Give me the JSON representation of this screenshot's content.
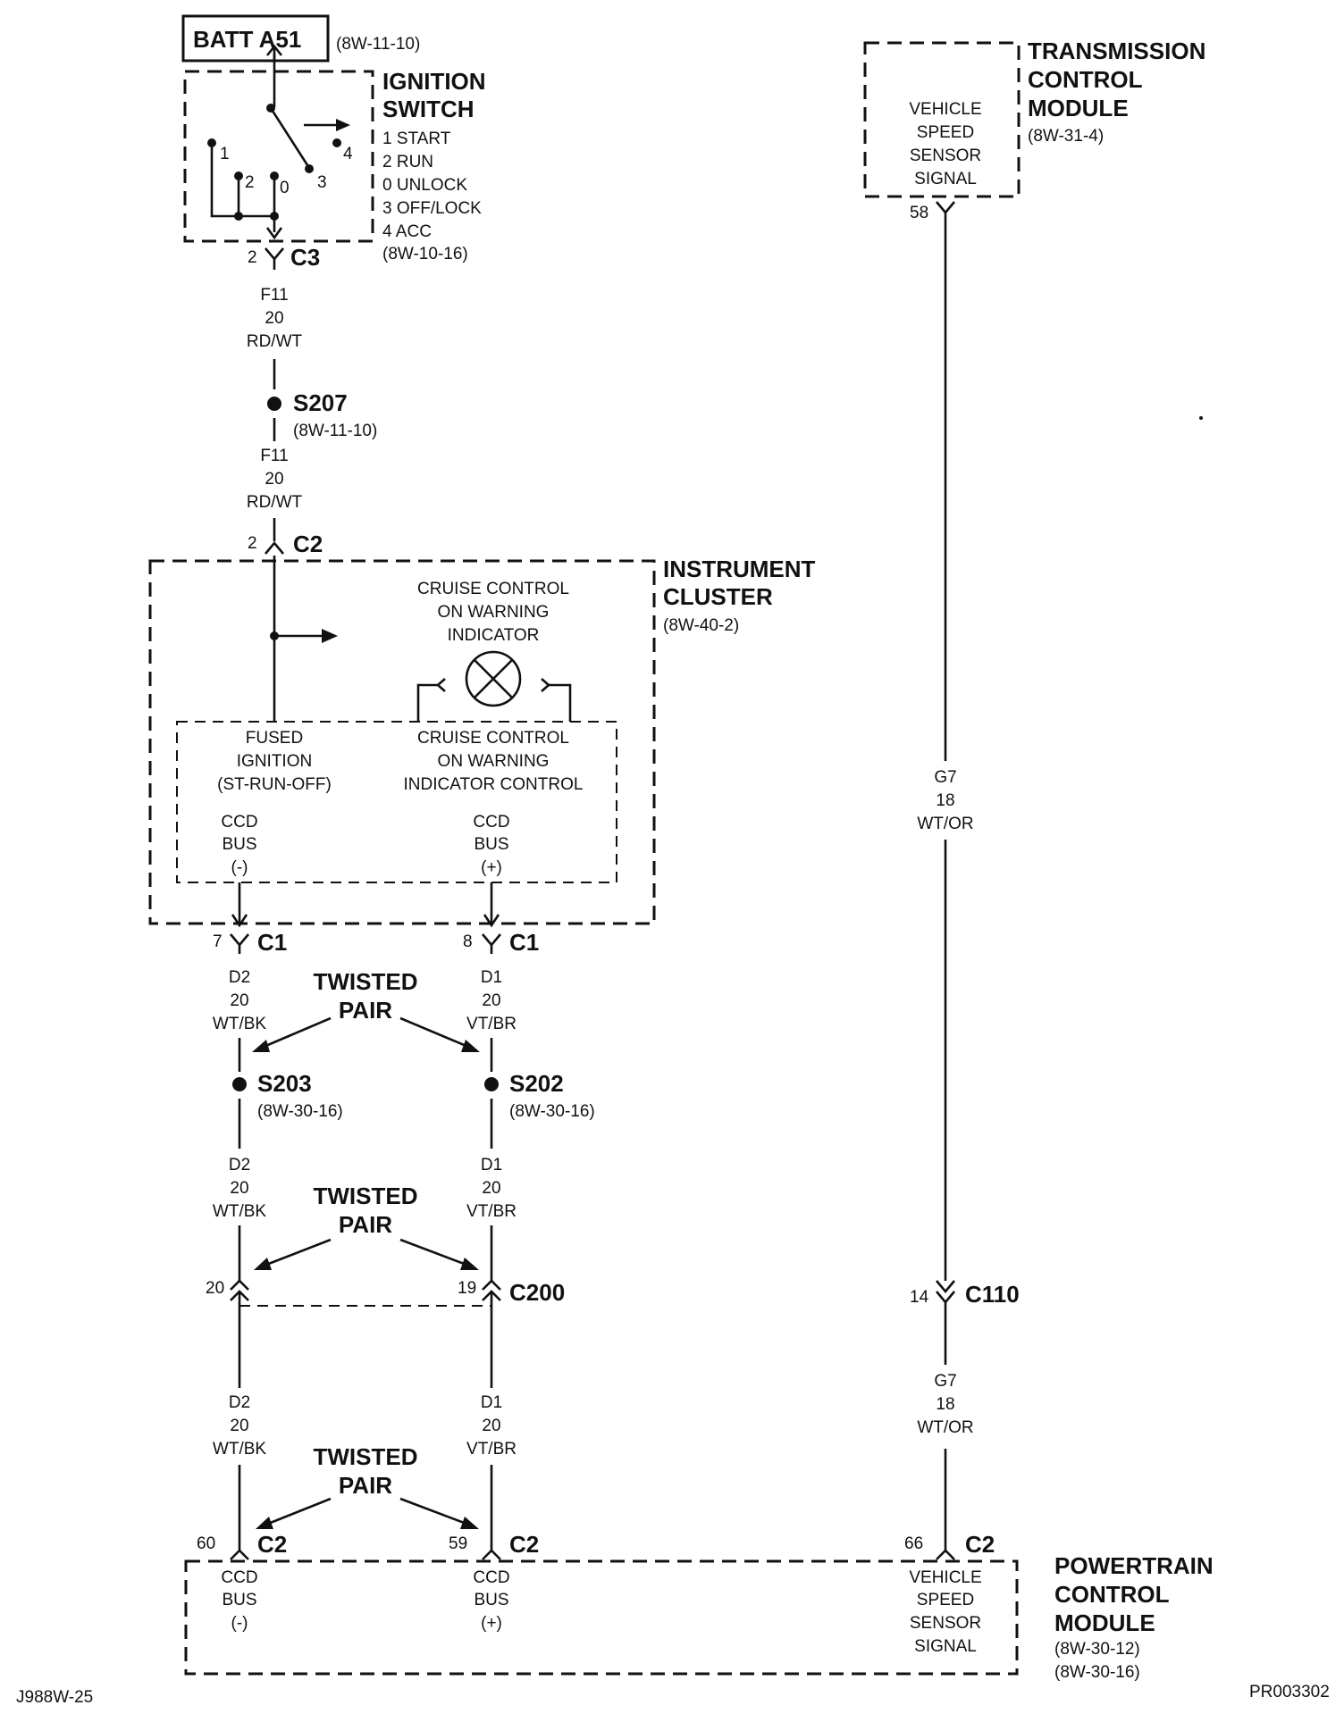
{
  "batt": {
    "label": "BATT A51",
    "ref": "(8W-11-10)"
  },
  "ignition_switch": {
    "title1": "IGNITION",
    "title2": "SWITCH",
    "legend": [
      "1 START",
      "2 RUN",
      "0 UNLOCK",
      "3 OFF/LOCK",
      "4 ACC"
    ],
    "ref": "(8W-10-16)",
    "pos_labels": [
      "1",
      "2",
      "0",
      "3",
      "4"
    ]
  },
  "c3": {
    "pin": "2",
    "name": "C3"
  },
  "wire_f11_top": {
    "circuit": "F11",
    "gauge": "20",
    "color": "RD/WT"
  },
  "s207": {
    "name": "S207",
    "ref": "(8W-11-10)"
  },
  "wire_f11_bottom": {
    "circuit": "F11",
    "gauge": "20",
    "color": "RD/WT"
  },
  "ic_c2": {
    "pin": "2",
    "name": "C2"
  },
  "instrument_cluster": {
    "title1": "INSTRUMENT",
    "title2": "CLUSTER",
    "ref": "(8W-40-2)",
    "lamp": [
      "CRUISE CONTROL",
      "ON WARNING",
      "INDICATOR"
    ],
    "fused": [
      "FUSED",
      "IGNITION",
      "(ST-RUN-OFF)"
    ],
    "indicator_control": [
      "CRUISE CONTROL",
      "ON WARNING",
      "INDICATOR CONTROL"
    ],
    "ccd_minus": [
      "CCD",
      "BUS",
      "(-)"
    ],
    "ccd_plus": [
      "CCD",
      "BUS",
      "(+)"
    ]
  },
  "c1_left": {
    "pin": "7",
    "name": "C1"
  },
  "c1_right": {
    "pin": "8",
    "name": "C1"
  },
  "twisted_pair": [
    "TWISTED",
    "PAIR"
  ],
  "d2_wire": {
    "circuit": "D2",
    "gauge": "20",
    "color": "WT/BK"
  },
  "d1_wire": {
    "circuit": "D1",
    "gauge": "20",
    "color": "VT/BR"
  },
  "s203": {
    "name": "S203",
    "ref": "(8W-30-16)"
  },
  "s202": {
    "name": "S202",
    "ref": "(8W-30-16)"
  },
  "c200": {
    "pin_left": "20",
    "pin_right": "19",
    "name": "C200"
  },
  "tcm": {
    "title": [
      "TRANSMISSION",
      "CONTROL",
      "MODULE"
    ],
    "ref": "(8W-31-4)",
    "signal": [
      "VEHICLE",
      "SPEED",
      "SENSOR",
      "SIGNAL"
    ],
    "pin": "58"
  },
  "g7_wire": {
    "circuit": "G7",
    "gauge": "18",
    "color": "WT/OR"
  },
  "c110": {
    "pin": "14",
    "name": "C110"
  },
  "pcm": {
    "title": [
      "POWERTRAIN",
      "CONTROL",
      "MODULE"
    ],
    "refs": [
      "(8W-30-12)",
      "(8W-30-16)"
    ],
    "ccd_minus": [
      "CCD",
      "BUS",
      "(-)"
    ],
    "ccd_plus": [
      "CCD",
      "BUS",
      "(+)"
    ],
    "signal": [
      "VEHICLE",
      "SPEED",
      "SENSOR",
      "SIGNAL"
    ],
    "pins": {
      "ccd_minus": "60",
      "ccd_plus": "59",
      "vss": "66"
    },
    "connector": "C2"
  },
  "footer": {
    "left": "J988W-25",
    "right": "PR003302"
  }
}
